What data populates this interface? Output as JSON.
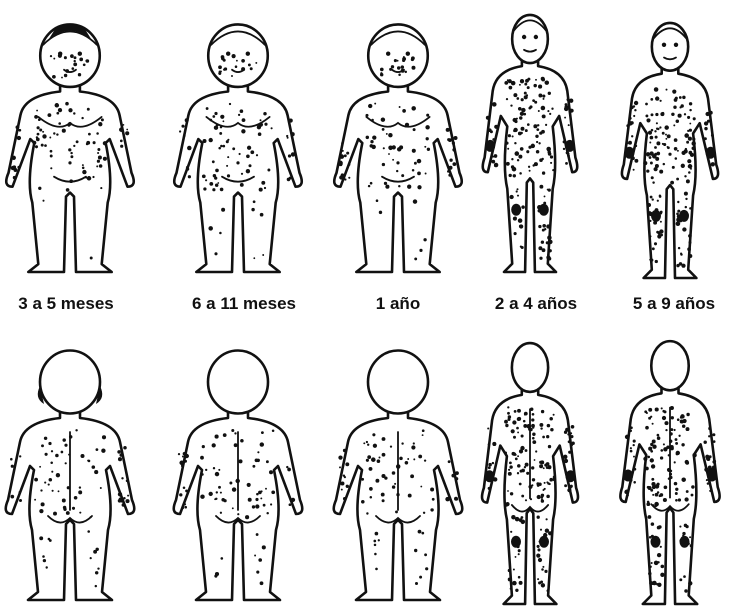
{
  "age_groups": [
    {
      "label": "3 a 5 meses",
      "density": "moderate",
      "head": "infant-cap"
    },
    {
      "label": "6 a 11 meses",
      "density": "moderate",
      "head": "infant"
    },
    {
      "label": "1 año",
      "density": "moderate",
      "head": "infant"
    },
    {
      "label": "2 a 4 años",
      "density": "dense",
      "head": "child"
    },
    {
      "label": "5 a 9 años",
      "density": "dense",
      "head": "child"
    }
  ],
  "ink_color": "#111111"
}
